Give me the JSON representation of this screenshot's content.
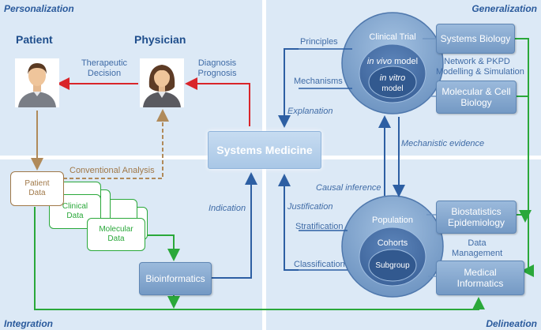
{
  "quadrants": {
    "personalization": "Personalization",
    "generalization": "Generalization",
    "integration": "Integration",
    "delineation": "Delineation"
  },
  "roles": {
    "patient": "Patient",
    "physician": "Physician"
  },
  "labels": {
    "therapeutic_decision": "Therapeutic\nDecision",
    "diagnosis_prognosis": "Diagnosis\nPrognosis",
    "conventional_analysis": "Conventional Analysis",
    "indication": "Indication",
    "explanation": "Explanation",
    "mechanistic_evidence": "Mechanistic evidence",
    "causal_inference": "Causal inference",
    "justification": "Justification",
    "principles": "Principles",
    "mechanisms": "Mechanisms",
    "stratification": "Stratification",
    "classification": "Classification",
    "network_pkpd": "Network & PKPD\nModelling & Simulation",
    "data_management": "Data\nManagement"
  },
  "boxes": {
    "systems_medicine": "Systems Medicine",
    "systems_biology": "Systems Biology",
    "molecular_cell_biology": "Molecular & Cell\nBiology",
    "biostatistics_epidemiology": "Biostatistics\nEpidemiology",
    "medical_informatics": "Medical\nInformatics",
    "bioinformatics": "Bioinformatics"
  },
  "data_boxes": {
    "patient_data": "Patient\nData",
    "clinical_data": "Clinical\nData",
    "molecular_data": "Molecular\nData"
  },
  "circles": {
    "clinical_trial": "Clinical Trial",
    "in_vivo": "in vivo",
    "in_vivo_suffix": " model",
    "in_vitro": "in vitro",
    "in_vitro_suffix": "model",
    "population": "Population",
    "cohorts": "Cohorts",
    "subgroup": "Subgroup"
  },
  "colors": {
    "quadrant_bg": "#dce9f6",
    "red_arrow": "#d9252a",
    "brown_arrow": "#b08a5a",
    "green_arrow": "#2aa83a",
    "blue_arrow": "#2d5fa3"
  }
}
